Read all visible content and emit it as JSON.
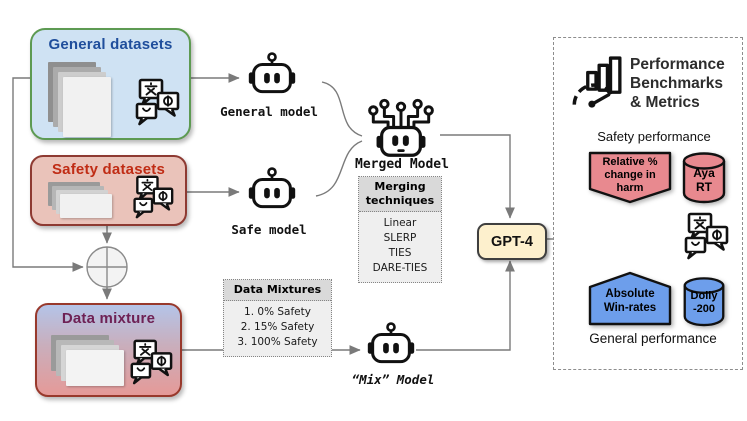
{
  "datasets": {
    "general": {
      "title": "General datasets"
    },
    "safety": {
      "title": "Safety datasets"
    },
    "mixture": {
      "title": "Data mixture"
    }
  },
  "models": {
    "general": {
      "label": "General model"
    },
    "safe": {
      "label": "Safe model"
    },
    "merged": {
      "label": "Merged Model"
    },
    "mix": {
      "label": "“Mix” Model"
    }
  },
  "merging_box": {
    "title": "Merging techniques",
    "items": [
      "Linear",
      "SLERP",
      "TIES",
      "DARE-TIES"
    ]
  },
  "mixtures_box": {
    "title": "Data Mixtures",
    "items": [
      "1.  0% Safety",
      "2. 15% Safety",
      "3. 100% Safety"
    ]
  },
  "evaluator": {
    "label": "GPT-4"
  },
  "panel": {
    "title_lines": [
      "Performance",
      "Benchmarks",
      "& Metrics"
    ],
    "safety_section": {
      "label": "Safety performance",
      "metric_lines": [
        "Relative %",
        "change in",
        "harm"
      ],
      "dataset_lines": [
        "Aya",
        "RT"
      ]
    },
    "general_section": {
      "label": "General performance",
      "metric_lines": [
        "Absolute",
        "Win-rates"
      ],
      "dataset_lines": [
        "Dolly",
        "-200"
      ]
    }
  },
  "icons": {
    "robot": "robot-head-icon",
    "merged_robot": "wired-robot-icon",
    "translate": "language-speech-bubbles-icon",
    "papers": "document-stack-icon",
    "combine": "circle-plus-combine-icon",
    "benchmark": "gauge-bar-chart-icon",
    "database": "database-cylinder-icon"
  },
  "colors": {
    "general_fill": "#cfe2f3",
    "general_border": "#5d9a52",
    "general_text": "#1f4e9c",
    "safety_fill": "#eac3ba",
    "safety_border": "#8e3a32",
    "safety_text": "#c02c15",
    "mixture_top": "#b4c4e8",
    "mixture_bottom": "#e59a98",
    "mixture_text": "#6e2155",
    "gpt_fill": "#fdf0cd",
    "metric_red": "#e8898f",
    "metric_blue": "#6d9eeb",
    "connector_gray": "#7a7a7a"
  }
}
